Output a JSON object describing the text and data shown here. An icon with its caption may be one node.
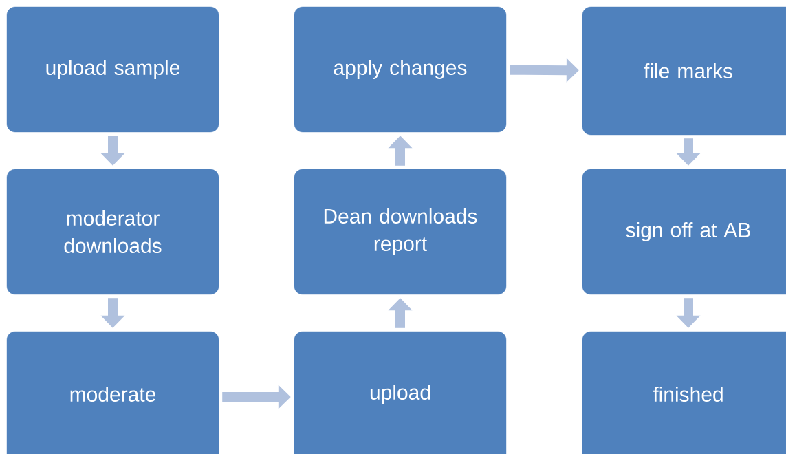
{
  "diagram": {
    "nodes": [
      {
        "text": [
          "upload sample"
        ]
      },
      {
        "text": [
          "moderator downloads"
        ]
      },
      {
        "text": [
          "moderate"
        ]
      },
      {
        "text": [
          "upload"
        ]
      },
      {
        "text": [
          "Dean downloads report"
        ]
      },
      {
        "text": [
          "apply changes"
        ]
      },
      {
        "text": [
          "file marks"
        ]
      },
      {
        "text": [
          "sign off at AB"
        ]
      },
      {
        "text": [
          "finished"
        ]
      }
    ],
    "edges": [
      {
        "from": 0,
        "to": 1,
        "arrow": "to"
      },
      {
        "from": 1,
        "to": 2,
        "arrow": "to"
      },
      {
        "from": 2,
        "to": 3,
        "arrow": "to"
      },
      {
        "from": 3,
        "to": 4,
        "arrow": "to"
      },
      {
        "from": 4,
        "to": 5,
        "arrow": "to"
      },
      {
        "from": 5,
        "to": 6,
        "arrow": "to"
      },
      {
        "from": 6,
        "to": 7,
        "arrow": "to"
      },
      {
        "from": 7,
        "to": 8,
        "arrow": "to"
      }
    ]
  }
}
